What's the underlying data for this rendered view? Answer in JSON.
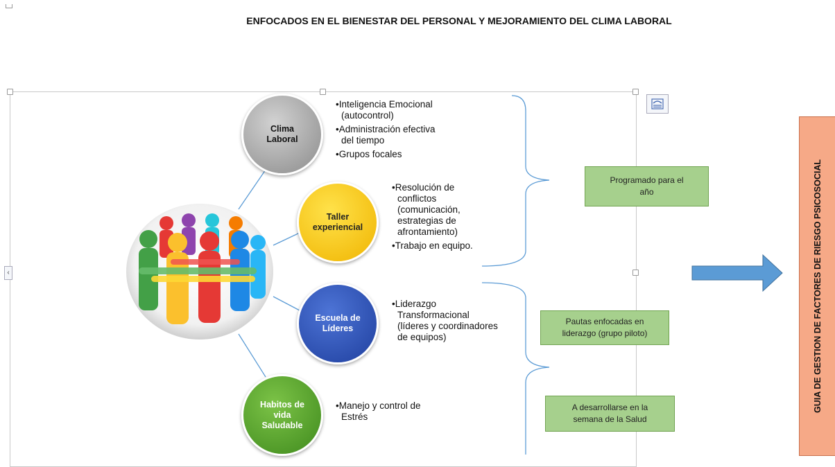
{
  "title": "ENFOCADOS EN EL BIENESTAR DEL PERSONAL Y MEJORAMIENTO DEL CLIMA LABORAL",
  "nodes": [
    {
      "line1": "Clima",
      "line2": "Laboral",
      "line3": ""
    },
    {
      "line1": "Taller",
      "line2": "experiencial",
      "line3": ""
    },
    {
      "line1": "Escuela de",
      "line2": "Líderes",
      "line3": ""
    },
    {
      "line1": "Habitos de",
      "line2": "vida",
      "line3": "Saludable"
    }
  ],
  "bullets": {
    "clima": [
      "•Inteligencia Emocional",
      "(autocontrol)",
      "•Administración efectiva",
      "del tiempo",
      "•Grupos focales"
    ],
    "taller": [
      "•Resolución de",
      "conflictos",
      "(comunicación,",
      "estrategias de",
      "afrontamiento)",
      "•Trabajo en equipo."
    ],
    "escuela": [
      "•Liderazgo",
      "Transformacional",
      "(líderes y coordinadores",
      "de equipos)"
    ],
    "habitos": [
      "•Manejo y control de",
      "Estrés"
    ]
  },
  "boxes": {
    "programado": [
      "Programado para el",
      "año"
    ],
    "pautas": [
      "Pautas enfocadas en",
      "liderazgo (grupo piloto)"
    ],
    "desarrollarse": [
      "A desarrollarse en la",
      "semana de la Salud"
    ]
  },
  "vertical_label": "GUIA DE GESTION DE FACTORES DE RIESGO PSICOSOCIAL",
  "colors": {
    "clima": "#9a9a9a",
    "taller": "#f4c20d",
    "escuela": "#2f55b8",
    "habitos": "#5aa531",
    "connector": "#5b9bd5",
    "green_box": "#a6d08d",
    "orange_box": "#f6a987",
    "arrow": "#5b9bd5"
  }
}
